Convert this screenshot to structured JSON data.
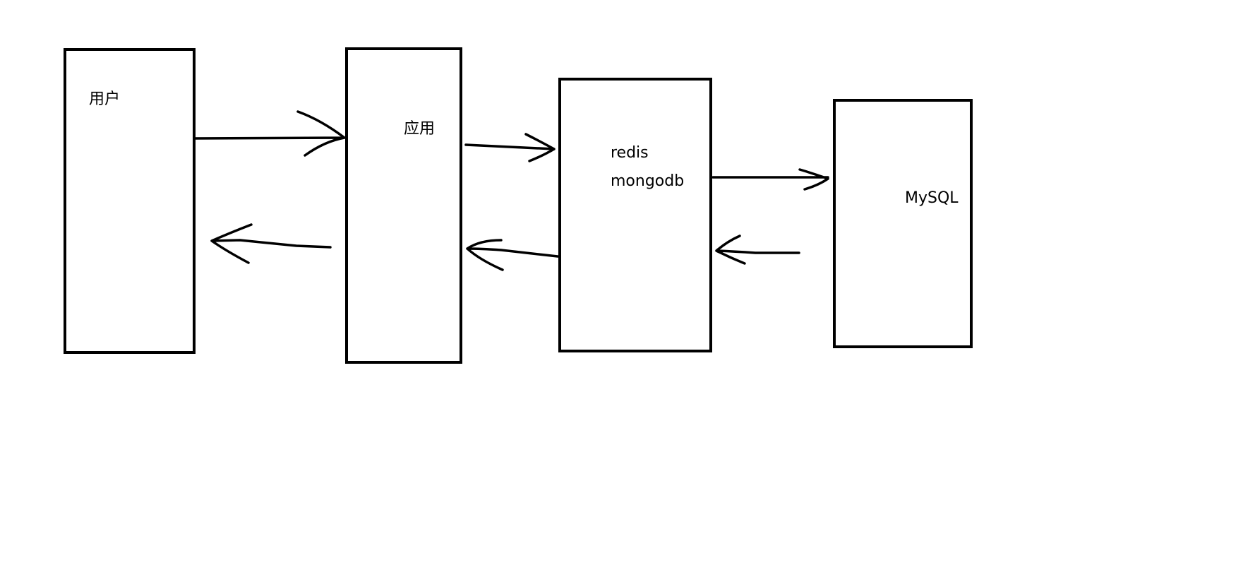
{
  "diagram": {
    "background_color": "#ffffff",
    "stroke_color": "#000000",
    "nodes": [
      {
        "id": "user",
        "lines": [
          "用户"
        ]
      },
      {
        "id": "app",
        "lines": [
          "应用"
        ]
      },
      {
        "id": "cache",
        "lines": [
          "redis",
          "mongodb"
        ]
      },
      {
        "id": "mysql",
        "lines": [
          "MySQL"
        ]
      }
    ],
    "edges": [
      {
        "from": "user",
        "to": "app"
      },
      {
        "from": "app",
        "to": "user"
      },
      {
        "from": "app",
        "to": "cache"
      },
      {
        "from": "cache",
        "to": "app"
      },
      {
        "from": "cache",
        "to": "mysql"
      },
      {
        "from": "mysql",
        "to": "cache"
      }
    ]
  }
}
